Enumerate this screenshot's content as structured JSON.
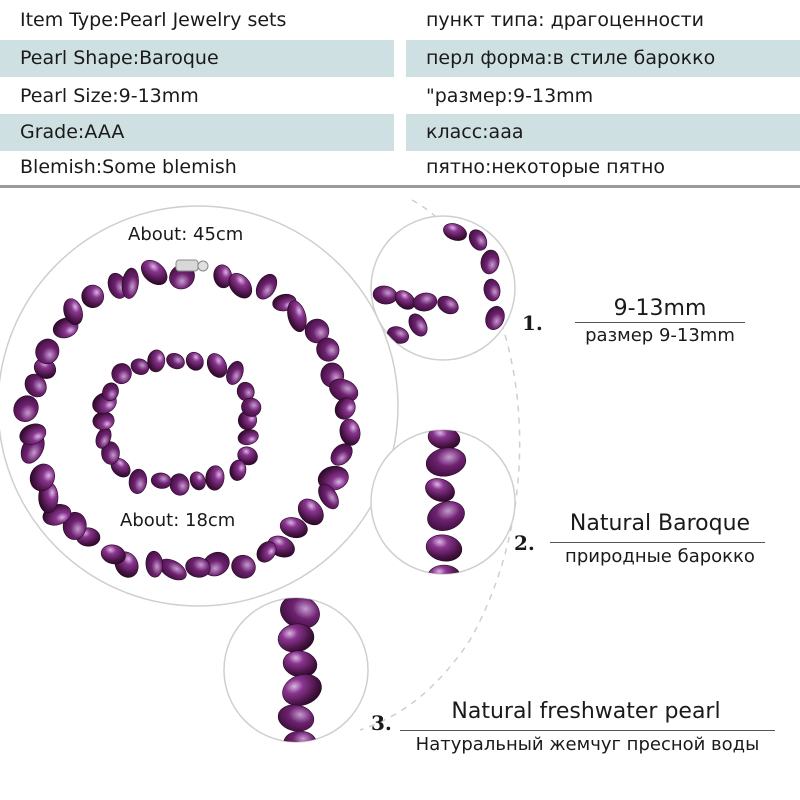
{
  "specs": {
    "rows": [
      {
        "en": "Item Type:Pearl Jewelry sets",
        "ru": "пункт типа: драгоценности"
      },
      {
        "en": "Pearl Shape:Baroque",
        "ru": "перл форма:в стиле барокко"
      },
      {
        "en": "Pearl Size:9-13mm",
        "ru": "\"размер:9-13mm"
      },
      {
        "en": "Grade:AAA",
        "ru": "класс:ааа"
      },
      {
        "en": "Blemish:Some blemish",
        "ru": "пятно:некоторые пятно"
      }
    ]
  },
  "main": {
    "necklace_length": "About: 45cm",
    "bracelet_length": "About: 18cm"
  },
  "features": [
    {
      "number": "1.",
      "title": "9-13mm",
      "subtitle": "размер 9-13mm"
    },
    {
      "number": "2.",
      "title": "Natural Baroque",
      "subtitle": "природные барокко"
    },
    {
      "number": "3.",
      "title": "Natural freshwater pearl",
      "subtitle": "Натуральный жемчуг пресной воды"
    }
  ],
  "colors": {
    "row_shade": "#cfe0e3",
    "pearl_dark": "#4a1446",
    "pearl_mid": "#7a2a7a",
    "pearl_light": "#b58ac0"
  }
}
